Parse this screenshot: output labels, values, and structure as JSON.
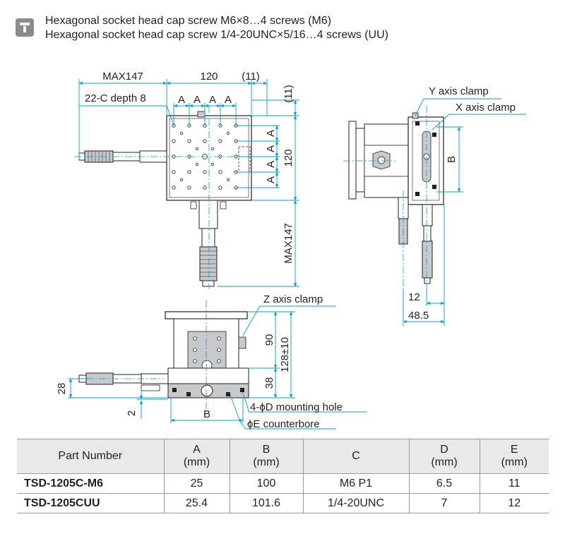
{
  "notes": {
    "icon": "info-tab-icon",
    "line1": "Hexagonal socket head cap screw M6×8…4 screws (M6)",
    "line2": "Hexagonal socket head cap screw 1/4-20UNC×5/16…4 screws (UU)"
  },
  "top_view": {
    "dim_max147_h": "MAX147",
    "dim_120_h": "120",
    "dim_11_h": "(11)",
    "label_holes": "22-C depth 8",
    "pitch_label": "A",
    "dim_11_v": "(11)",
    "dim_120_v": "120",
    "dim_max147_v": "MAX147"
  },
  "side_view": {
    "y_clamp": "Y axis clamp",
    "x_clamp": "X axis clamp",
    "dim_b": "B",
    "dim_12": "12",
    "dim_485": "48.5"
  },
  "front_view": {
    "z_clamp": "Z axis clamp",
    "dim_90": "90",
    "dim_128": "128±10",
    "dim_38": "38",
    "dim_28": "28",
    "dim_2": "2",
    "dim_b": "B",
    "mounting": "4-ϕD  mounting hole",
    "counterbore": "ϕE counterbore"
  },
  "table": {
    "headers": [
      {
        "line1": "Part Number",
        "line2": ""
      },
      {
        "line1": "A",
        "line2": "(mm)"
      },
      {
        "line1": "B",
        "line2": "(mm)"
      },
      {
        "line1": "C",
        "line2": ""
      },
      {
        "line1": "D",
        "line2": "(mm)"
      },
      {
        "line1": "E",
        "line2": "(mm)"
      }
    ],
    "rows": [
      [
        "TSD-1205C-M6",
        "25",
        "100",
        "M6 P1",
        "6.5",
        "11"
      ],
      [
        "TSD-1205CUU",
        "25.4",
        "101.6",
        "1/4-20UNC",
        "7",
        "12"
      ]
    ]
  },
  "colors": {
    "dimension": "#00a0e0",
    "outline": "#231f20",
    "part_fill": "#c8c9ca",
    "header_fill": "#e8e9ea"
  }
}
